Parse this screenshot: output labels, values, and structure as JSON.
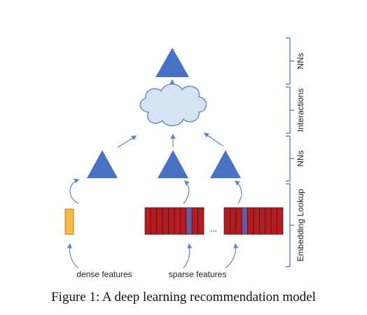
{
  "colors": {
    "triangle": "#4a72c4",
    "dense_feature": "#f4b942",
    "embedding_cell": "#b01e22",
    "embedding_highlight": "#6a5a9e",
    "arrow": "#5b86c5",
    "cloud_fill": "#d6e3f3",
    "cloud_stroke": "#6b8fc9",
    "bracket": "#4a72c4"
  },
  "icons": {
    "top_mlp": "triangle-icon",
    "interaction": "cloud-icon",
    "bottom_mlp": "triangle-icon",
    "embedding": "embedding-table-icon"
  },
  "labels": {
    "dense_features": "dense features",
    "sparse_features": "sparse features",
    "ellipsis": "..."
  },
  "layers": [
    {
      "label": "NNs"
    },
    {
      "label": "Interactions"
    },
    {
      "label": "NNs"
    },
    {
      "label": "Embedding Lookup"
    }
  ],
  "caption": "Figure 1: A deep learning recommendation model"
}
